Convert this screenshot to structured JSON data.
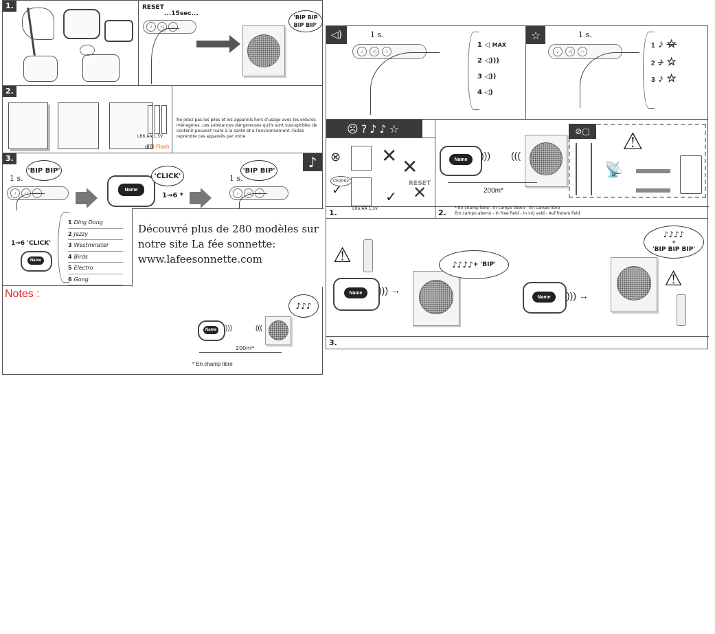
{
  "left_page": {
    "step1": {
      "number": "1.",
      "reset_label": "RESET",
      "timer": "...15sec...",
      "bubble": "'BIP BIP BIP BIP'"
    },
    "step2": {
      "number": "2.",
      "battery_label": "LR6 AA 1,5V",
      "warning_text": "Ne jetez pas les piles et les appareils hors d'usage avec les ordures ménagères. Les substances dangereuses qu'ils sont susceptibles de contenir peuvent nuire à la santé et à l'environnement. Faites reprendre ces appareils par votre",
      "brand_a": "dIBi",
      "brand_b": "Flash"
    },
    "step3": {
      "number": "3.",
      "press": "1 s.",
      "bubble_left": "'BIP BIP'",
      "bubble_click": "'CLICK'",
      "range": "1→6 *",
      "bubble_right": "'BIP BIP'",
      "press_right": "1 s.",
      "click_label": "1→6 'CLICK'",
      "name_tag": "Name",
      "ringtones": [
        {
          "n": "1",
          "name": "Ding Dong"
        },
        {
          "n": "2",
          "name": "Jazzy"
        },
        {
          "n": "3",
          "name": "Westminster"
        },
        {
          "n": "4",
          "name": "Birds"
        },
        {
          "n": "5",
          "name": "Electro"
        },
        {
          "n": "6",
          "name": "Gong"
        }
      ]
    },
    "promo": {
      "line1": "Découvré plus de 280 modèles sur",
      "line2": "notre site La fée sonnette:",
      "line3": "www.lafeesonnette.com"
    },
    "notes": {
      "title": "Notes :",
      "distance": "200m*",
      "footnote": "* En champ libre",
      "name_tag": "Name"
    }
  },
  "right_page": {
    "volume": {
      "press": "1 s.",
      "levels": [
        {
          "n": "1",
          "label": "MAX"
        },
        {
          "n": "2",
          "label": ""
        },
        {
          "n": "3",
          "label": ""
        },
        {
          "n": "4",
          "label": ""
        }
      ]
    },
    "melody": {
      "press": "1 s.",
      "rows": [
        "1",
        "2",
        "3"
      ]
    },
    "trouble1": {
      "number": "1.",
      "ce_label": "CE2002",
      "reset_label": "RESET",
      "battery_label": "LR6 AA 1,5V"
    },
    "trouble2": {
      "number": "2.",
      "distance": "200m*",
      "footnote1": "* En champ libre - In campo libero - En campo libre",
      "footnote2": "Em campo aberto - In free field - In vrij veld - Auf freiem Feld",
      "name_tag": "Name"
    },
    "trouble3": {
      "number": "3.",
      "bubble_left": "+ 'BIP'",
      "bubble_right_top": "+",
      "bubble_right": "'BIP BIP BIP'",
      "name_tag": "Name"
    }
  }
}
